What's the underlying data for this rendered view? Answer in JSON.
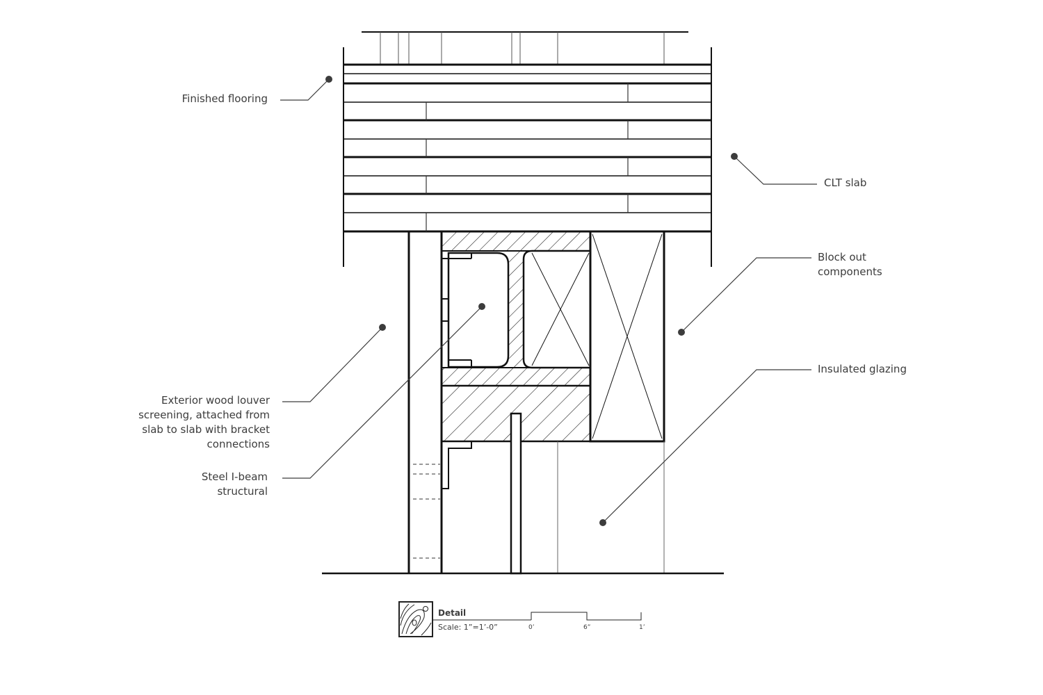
{
  "labels": {
    "finished_flooring": "Finished flooring",
    "clt_slab": "CLT slab",
    "block_out_line1": "Block out",
    "block_out_line2": "components",
    "insulated_glazing": "Insulated glazing",
    "louver_line1": "Exterior wood louver",
    "louver_line2": "screening, attached from",
    "louver_line3": "slab to slab with bracket",
    "louver_line4": "connections",
    "ibeam_line1": "Steel I-beam",
    "ibeam_line2": "structural"
  },
  "title_block": {
    "title": "Detail",
    "scale": "Scale: 1”=1’-0”",
    "bar_ticks": [
      "0’",
      "6”",
      "1’"
    ]
  },
  "colors": {
    "line": "#111111",
    "leader": "#3c3c3c",
    "text": "#3c3c3c"
  }
}
